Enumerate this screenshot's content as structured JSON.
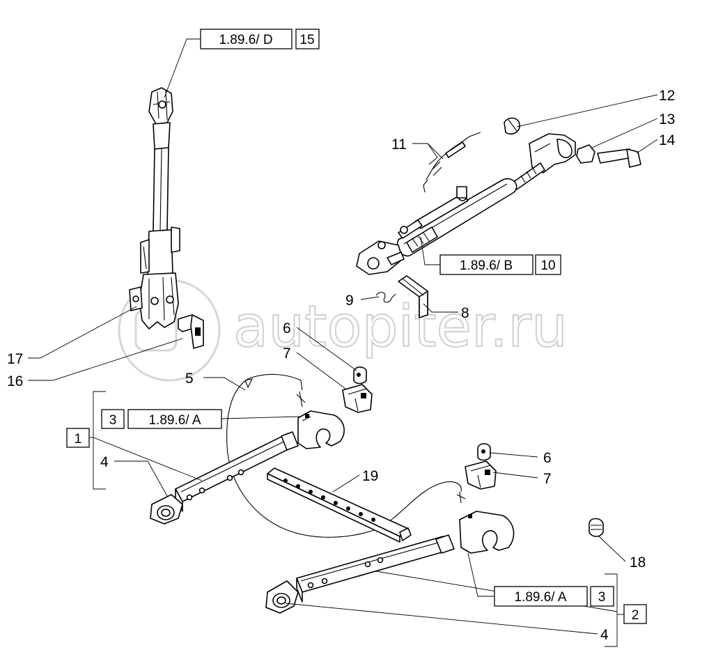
{
  "watermark": "autopiter.ru",
  "callouts": {
    "c1": "1",
    "c2": "2",
    "c3a": "3",
    "c3b": "3",
    "c4a": "4",
    "c4b": "4",
    "c5": "5",
    "c6a": "6",
    "c6b": "6",
    "c7a": "7",
    "c7b": "7",
    "c8": "8",
    "c9": "9",
    "c10": "10",
    "c11": "11",
    "c12": "12",
    "c13": "13",
    "c14": "14",
    "c15": "15",
    "c16": "16",
    "c17": "17",
    "c18": "18",
    "c19": "19"
  },
  "refs": {
    "d": "1.89.6/ D",
    "b": "1.89.6/ B",
    "a_upper": "1.89.6/ A",
    "a_lower": "1.89.6/ A"
  }
}
